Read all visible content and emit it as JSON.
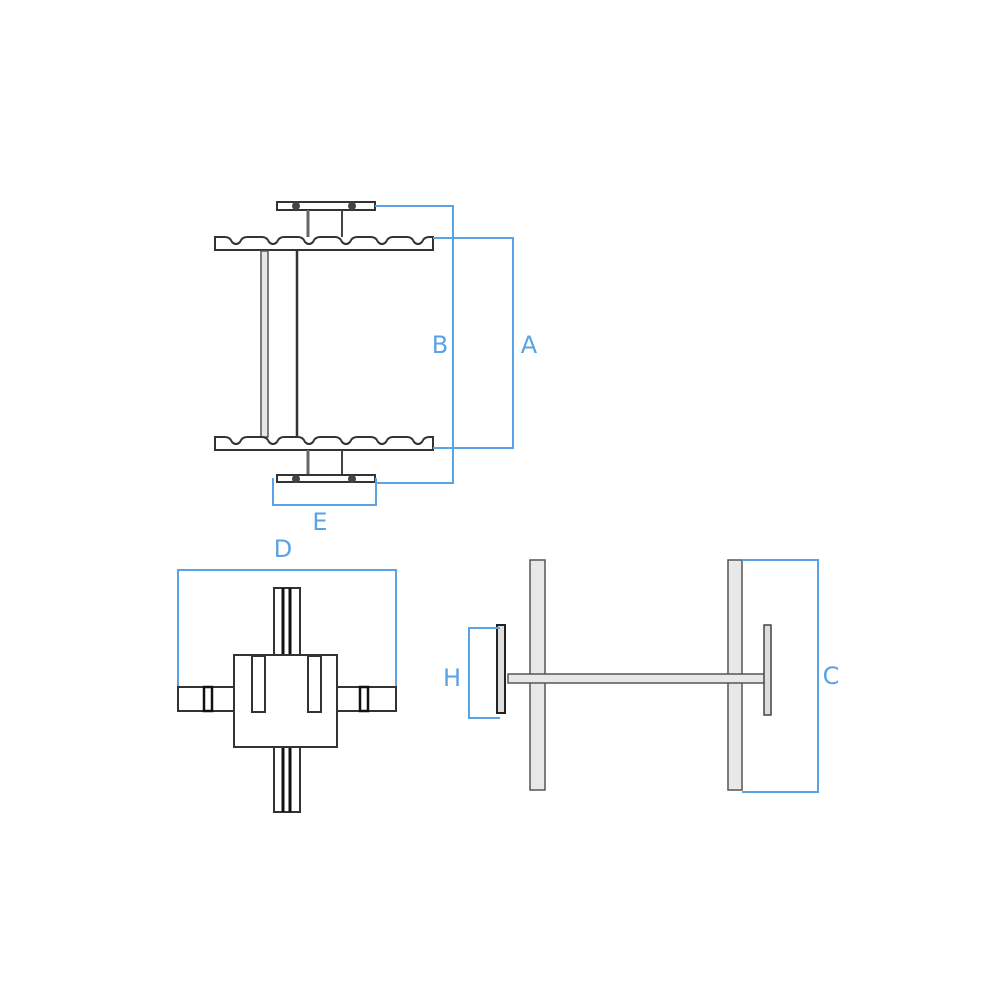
{
  "labels": {
    "a": "A",
    "b": "B",
    "c": "C",
    "d": "D",
    "e": "E",
    "h": "H"
  },
  "colors": {
    "dimension": "#5aa2e6",
    "outline": "#333333"
  }
}
